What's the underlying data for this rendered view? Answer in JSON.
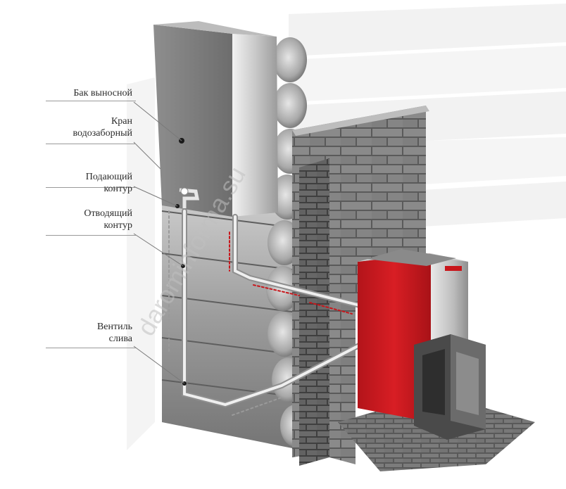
{
  "labels": {
    "bak": "Бак выносной",
    "kran_1": "Кран",
    "kran_2": "водозаборный",
    "podayushchiy_1": "Подающий",
    "podayushchiy_2": "контур",
    "otvodyashchiy_1": "Отводящий",
    "otvodyashchiy_2": "контур",
    "ventil_1": "Вентиль",
    "ventil_2": "слива"
  },
  "watermark": "darominforma.su",
  "colors": {
    "stove_red": "#c8161b",
    "steel": "#b8b8b8",
    "brick": "#6b6b6b",
    "log": "#8c8c8c",
    "tank": "#7c7c7c"
  }
}
